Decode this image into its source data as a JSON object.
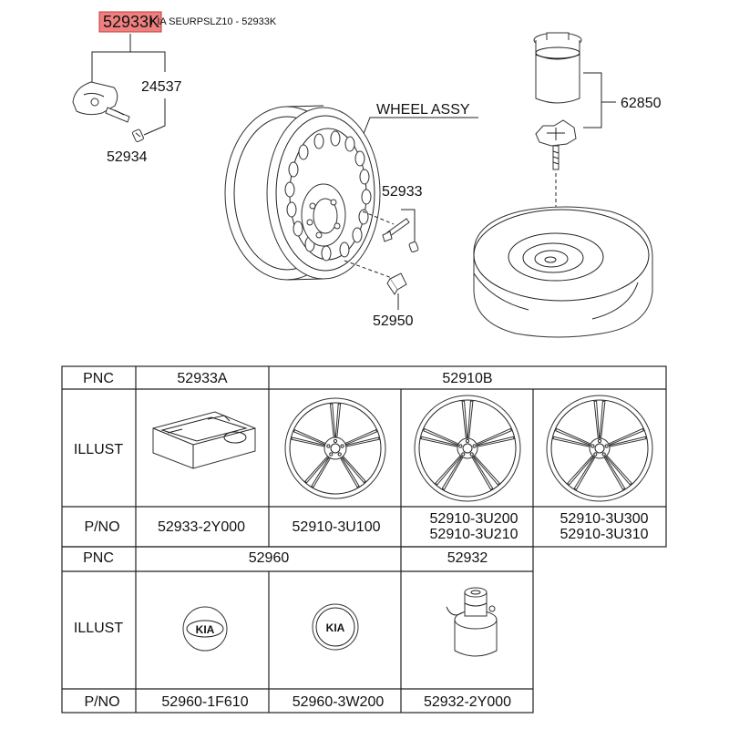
{
  "header": {
    "highlight_part": "52933K",
    "caption": "KIA SEURPSLZ10 - 52933K"
  },
  "diagram": {
    "labels": {
      "p24537": "24537",
      "p52934": "52934",
      "wheel_assy": "WHEEL ASSY",
      "p52933": "52933",
      "p52950": "52950",
      "p62850": "62850"
    }
  },
  "table": {
    "row1": {
      "pnc_label": "PNC",
      "illust_label": "ILLUST",
      "pno_label": "P/NO",
      "pnc_values": [
        "52933A",
        "52910B"
      ],
      "part_numbers": [
        [
          "52933-2Y000"
        ],
        [
          "52910-3U100"
        ],
        [
          "52910-3U200",
          "52910-3U210"
        ],
        [
          "52910-3U300",
          "52910-3U310"
        ]
      ]
    },
    "row2": {
      "pnc_label": "PNC",
      "illust_label": "ILLUST",
      "pno_label": "P/NO",
      "pnc_values": [
        "52960",
        "52932"
      ],
      "part_numbers": [
        "52960-1F610",
        "52960-3W200",
        "52932-2Y000"
      ]
    },
    "emblem_text": "KIA"
  }
}
